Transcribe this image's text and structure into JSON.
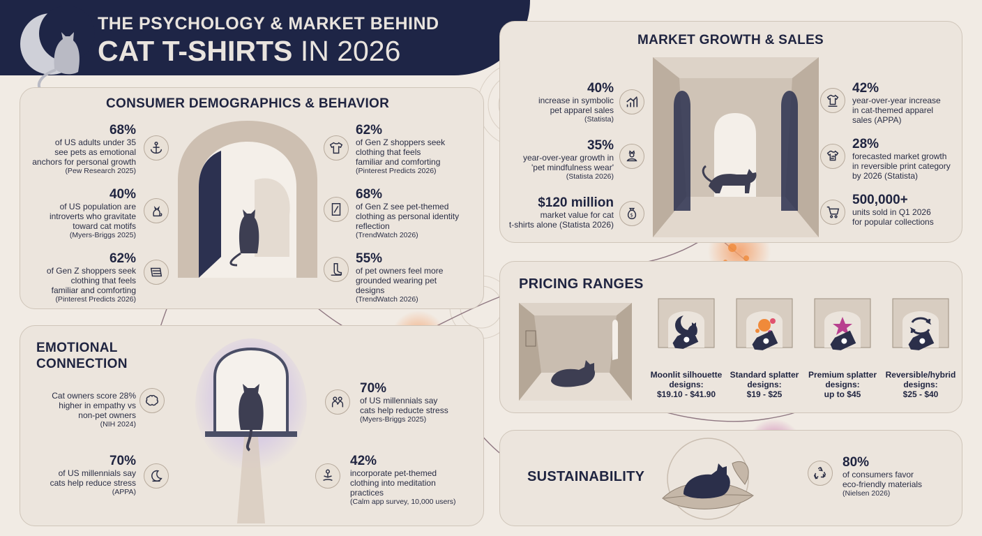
{
  "header": {
    "title_line1": "THE PSYCHOLOGY & MARKET BEHIND",
    "title_line2_bold": "CAT T-SHIRTS",
    "title_line2_rest": "IN 2026"
  },
  "demographics": {
    "title": "CONSUMER DEMOGRAPHICS & BEHAVIOR",
    "left": [
      {
        "value": "68%",
        "lines": [
          "of US adults under 35",
          "see pets as emotional",
          "anchors for personal growth"
        ],
        "source": "(Pew Research 2025)",
        "icon": "anchor-icon"
      },
      {
        "value": "40%",
        "lines": [
          "of US population are",
          "introverts who gravitate",
          "toward cat motifs"
        ],
        "source": "(Myers-Briggs 2025)",
        "icon": "cat-icon"
      },
      {
        "value": "62%",
        "lines": [
          "of Gen Z shoppers seek",
          "clothing that feels",
          "familiar and comforting"
        ],
        "source": "(Pinterest Predicts 2026)",
        "icon": "fabric-icon"
      }
    ],
    "right": [
      {
        "value": "62%",
        "lines": [
          "of Gen Z shoppers seek",
          "clothing that feels",
          "familiar and comforting"
        ],
        "source": "(Pinterest Predicts 2026)",
        "icon": "tshirt-icon"
      },
      {
        "value": "68%",
        "lines": [
          "of Gen Z see pet-themed",
          "clothing as personal identity",
          "reflection"
        ],
        "source": "(TrendWatch 2026)",
        "icon": "mirror-icon"
      },
      {
        "value": "55%",
        "lines": [
          "of pet owners feel more",
          "grounded wearing pet",
          "designs"
        ],
        "source": "(TrendWatch 2026)",
        "icon": "foot-icon"
      }
    ]
  },
  "emotional": {
    "title_lines": [
      "EMOTIONAL",
      "CONNECTION"
    ],
    "stats": [
      {
        "value": "",
        "lines": [
          "Cat owners score 28%",
          "higher in empathy vs",
          "non-pet owners"
        ],
        "source": "(NIH 2024)",
        "icon": "brain-icon"
      },
      {
        "value": "70%",
        "lines": [
          "of US millennials say",
          "cats help reduce stress"
        ],
        "source": "(APPA)",
        "icon": "moon-icon"
      },
      {
        "value": "70%",
        "lines": [
          "of US millennials say",
          "cats  help reducte stress"
        ],
        "source": "(Myers-Briggs 2025)",
        "icon": "people-icon"
      },
      {
        "value": "42%",
        "lines": [
          "incorporate pet-themed",
          "clothing into meditation",
          "practices"
        ],
        "source": "(Calm app survey, 10,000 users)",
        "icon": "meditation-icon"
      }
    ]
  },
  "market": {
    "title": "MARKET GROWTH & SALES",
    "left": [
      {
        "value": "40%",
        "lines": [
          "increase in symbolic",
          "pet apparel sales"
        ],
        "source": "(Statista)",
        "icon": "growth-chart-icon"
      },
      {
        "value": "35%",
        "lines": [
          "year-over-year growth in",
          "'pet mindfulness wear'"
        ],
        "source": "(Statista 2026)",
        "icon": "meditating-cat-icon"
      },
      {
        "value": "$120 million",
        "lines": [
          "market value for cat",
          "t-shirts alone (Statista 2026)"
        ],
        "source": "",
        "icon": "money-bag-icon"
      }
    ],
    "right": [
      {
        "value": "42%",
        "lines": [
          "year-over-year increase",
          "in cat-themed apparel",
          "sales (APPA)"
        ],
        "source": "",
        "icon": "shirt-stack-icon"
      },
      {
        "value": "28%",
        "lines": [
          "forecasted market growth",
          "in reversible print category",
          "by 2026 (Statista)"
        ],
        "source": "",
        "icon": "reversible-shirt-icon"
      },
      {
        "value": "500,000+",
        "lines": [
          "units sold in Q1 2026",
          "for popular collections"
        ],
        "source": "",
        "icon": "cart-icon"
      }
    ]
  },
  "pricing": {
    "title": "PRICING RANGES",
    "items": [
      {
        "lines": [
          "Moonlit silhouette",
          "designs:",
          "$19.10 - $41.90"
        ],
        "icon": "moon-cat-icon",
        "accent": "#2b2f4a"
      },
      {
        "lines": [
          "Standard splatter",
          "designs:",
          "$19 - $25"
        ],
        "icon": "splatter-icon",
        "accent": "#f08a3a"
      },
      {
        "lines": [
          "Premium splatter",
          "designs:",
          "up to $45"
        ],
        "icon": "star-icon",
        "accent": "#b8408f"
      },
      {
        "lines": [
          "Reversible/hybrid",
          "designs:",
          "$25 - $40"
        ],
        "icon": "reverse-arrows-icon",
        "accent": "#2b2f4a"
      }
    ]
  },
  "sustainability": {
    "title": "SUSTAINABILITY",
    "stat": {
      "value": "80%",
      "lines": [
        "of consumers favor",
        "eco-friendly materials"
      ],
      "source": "(Nielsen 2026)",
      "icon": "recycle-icon"
    }
  },
  "colors": {
    "navy": "#1e2546",
    "panel": "#ece5dd",
    "background": "#f1ebe4",
    "splatter_orange": "#f08a3a",
    "splatter_magenta": "#b8408f"
  }
}
